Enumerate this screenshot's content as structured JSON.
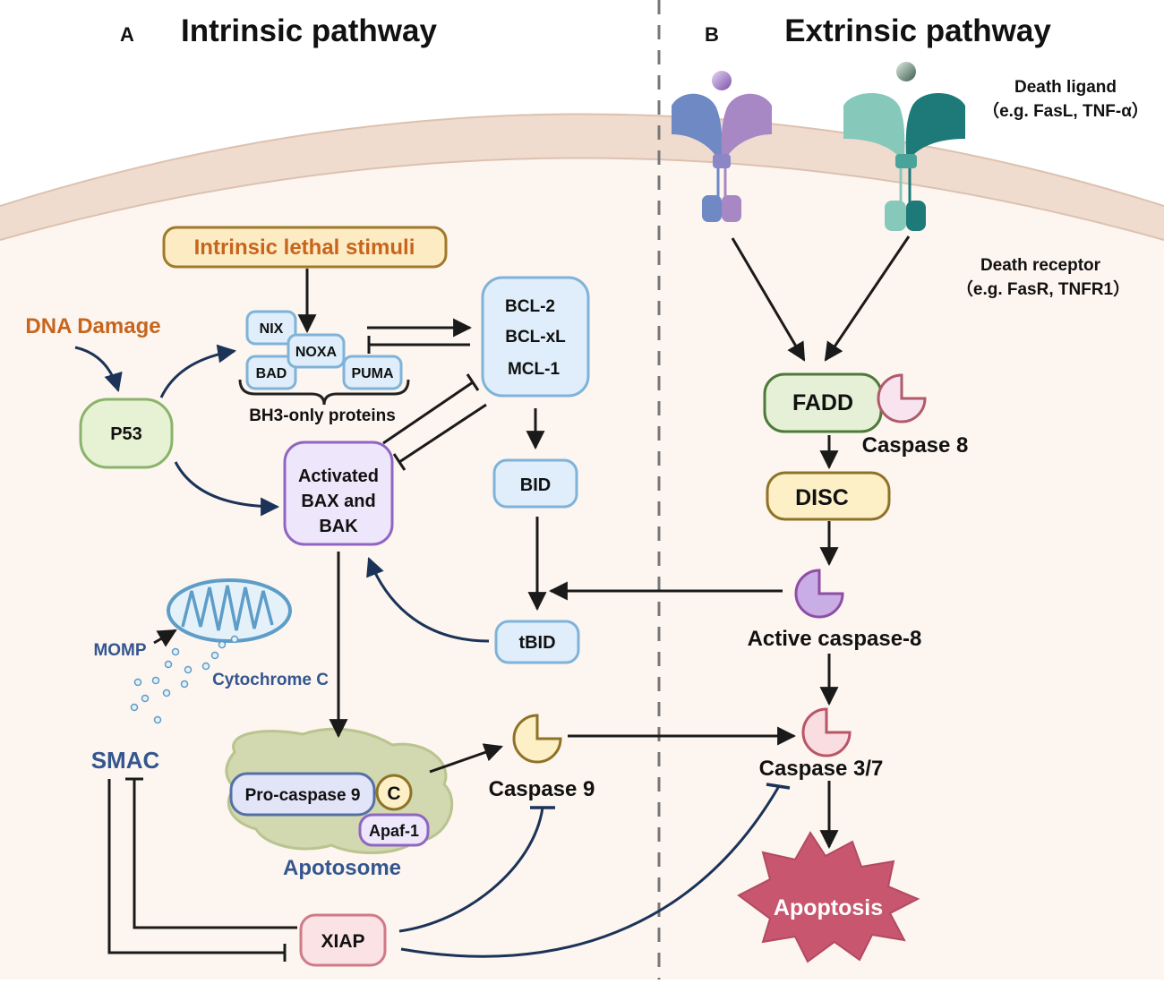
{
  "panel_a": {
    "letter": "A",
    "title": "Intrinsic pathway"
  },
  "panel_b": {
    "letter": "B",
    "title": "Extrinsic pathway"
  },
  "death_ligand": {
    "label": "Death ligand",
    "example": "（e.g. FasL, TNF-α）"
  },
  "death_receptor": {
    "label": "Death receptor",
    "example": "（e.g. FasR, TNFR1）"
  },
  "intrinsic_stimuli": "Intrinsic lethal stimuli",
  "dna_damage": "DNA Damage",
  "p53": "P53",
  "bh3": {
    "nix": "NIX",
    "noxa": "NOXA",
    "bad": "BAD",
    "puma": "PUMA",
    "group_label": "BH3-only proteins"
  },
  "bcl": {
    "line1": "BCL-2",
    "line2": "BCL-xL",
    "line3": "MCL-1"
  },
  "bax_bak": {
    "line1": "Activated",
    "line2": "BAX and",
    "line3": "BAK"
  },
  "bid": "BID",
  "tbid": "tBID",
  "momp": "MOMP",
  "cytochrome_c": "Cytochrome C",
  "smac": "SMAC",
  "apoptosome": {
    "procaspase9": "Pro-caspase 9",
    "c": "C",
    "apaf1": "Apaf-1",
    "label": "Apotosome"
  },
  "caspase9": "Caspase 9",
  "xiap": "XIAP",
  "fadd": "FADD",
  "caspase8": "Caspase 8",
  "disc": "DISC",
  "active_caspase8": "Active caspase-8",
  "caspase37": "Caspase 3/7",
  "apoptosis": "Apoptosis",
  "colors": {
    "cytoplasm": "#fdf5ef",
    "membrane": "#f0dccf",
    "stimuli_fill": "#fdebc4",
    "stimuli_border": "#a07a2a",
    "stimuli_text": "#c8651c",
    "dna_text": "#c8651c",
    "p53_fill": "#e6f2d3",
    "p53_border": "#8ab36b",
    "blue_fill": "#dfeefa",
    "blue_border": "#7fb3d9",
    "purple_fill": "#eee6fa",
    "purple_border": "#8f66c2",
    "navy": "#1b3358",
    "label_blue": "#34568f",
    "fadd_fill": "#e5f0d6",
    "fadd_border": "#4d7a3a",
    "disc_fill": "#fdefc6",
    "disc_border": "#8e7226",
    "xiap_fill": "#fbe3e5",
    "xiap_border": "#cf7a88",
    "apoptosis_fill": "#c9566f",
    "apoptosome_fill": "#d2d8b0",
    "dash": "#777777"
  }
}
